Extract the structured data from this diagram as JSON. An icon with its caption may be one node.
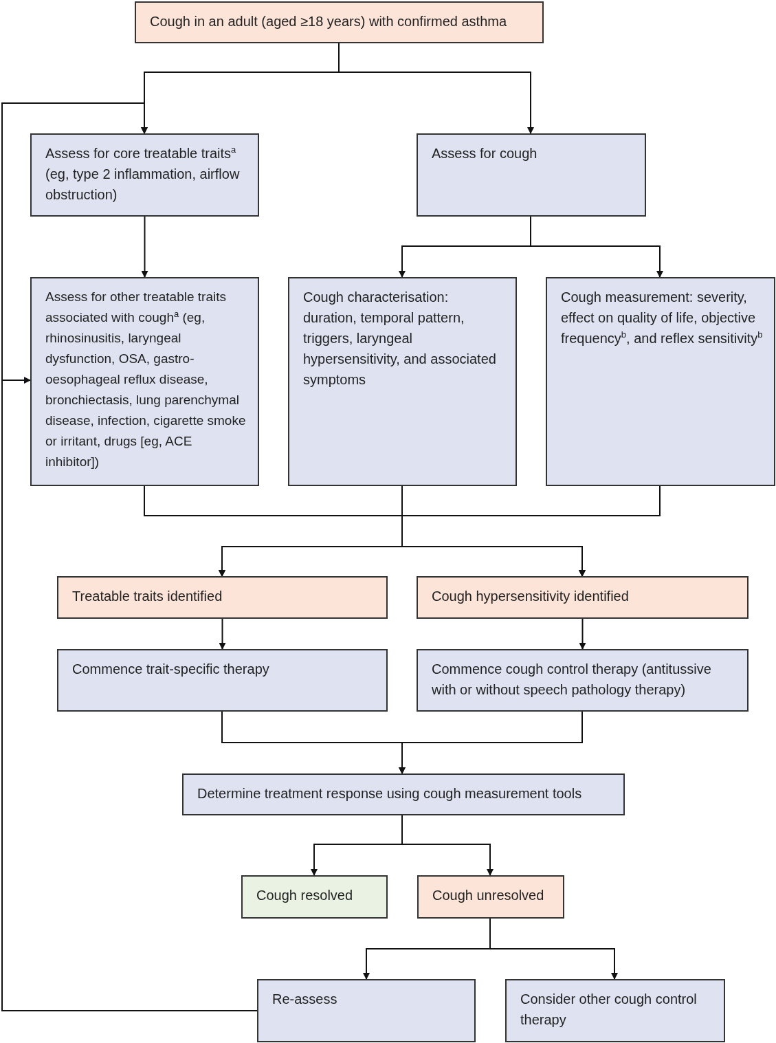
{
  "diagram": {
    "nodes": [
      {
        "text": [
          "Cough in an adult (aged ≥18 years) with confirmed asthma"
        ]
      },
      {
        "text": [
          "Assess for core treatable traits$^{a}$ (eg, type 2 inflammation, airflow obstruction)"
        ]
      },
      {
        "text": [
          "Assess for cough"
        ]
      },
      {
        "text": [
          "Assess for other treatable traits associated with cough$^{a}$ (eg, rhinosinusitis, laryngeal dysfunction, OSA, gastro-oesophageal reflux disease, bronchiectasis, lung parenchymal disease, infection, cigarette smoke or irritant, drugs [eg, ACE inhibitor])"
        ]
      },
      {
        "text": [
          "Cough characterisation: duration, temporal pattern, triggers, laryngeal hypersensitivity, and associated symptoms"
        ]
      },
      {
        "text": [
          "Cough measurement: severity, effect on quality of life, objective frequency$^{b}$, and reflex sensitivity$^{b}$"
        ]
      },
      {
        "text": [
          "Treatable traits identified"
        ]
      },
      {
        "text": [
          "Cough hypersensitivity identified"
        ]
      },
      {
        "text": [
          "Commence trait-specific therapy"
        ]
      },
      {
        "text": [
          "Commence cough control therapy (antitussive with or without speech pathology therapy)"
        ]
      },
      {
        "text": [
          "Determine treatment response using cough measurement tools"
        ]
      },
      {
        "text": [
          "Cough resolved"
        ]
      },
      {
        "text": [
          "Cough unresolved"
        ]
      },
      {
        "text": [
          "Re-assess"
        ]
      },
      {
        "text": [
          "Consider other cough control therapy"
        ]
      }
    ],
    "edges": [
      {
        "from": 0,
        "to": 1,
        "arrow": "to"
      },
      {
        "from": 0,
        "to": 2,
        "arrow": "to"
      },
      {
        "from": 1,
        "to": 3,
        "arrow": "to"
      },
      {
        "from": 2,
        "to": 4,
        "arrow": "to"
      },
      {
        "from": 2,
        "to": 5,
        "arrow": "to"
      },
      {
        "from": 3,
        "to": 6,
        "arrow": "to"
      },
      {
        "from": 3,
        "to": 7,
        "arrow": "to"
      },
      {
        "from": 4,
        "to": 6,
        "arrow": "to"
      },
      {
        "from": 4,
        "to": 7,
        "arrow": "to"
      },
      {
        "from": 5,
        "to": 6,
        "arrow": "to"
      },
      {
        "from": 5,
        "to": 7,
        "arrow": "to"
      },
      {
        "from": 6,
        "to": 8,
        "arrow": "to"
      },
      {
        "from": 7,
        "to": 9,
        "arrow": "to"
      },
      {
        "from": 8,
        "to": 10,
        "arrow": "to"
      },
      {
        "from": 9,
        "to": 10,
        "arrow": "to"
      },
      {
        "from": 10,
        "to": 11,
        "arrow": "to"
      },
      {
        "from": 10,
        "to": 12,
        "arrow": "to"
      },
      {
        "from": 12,
        "to": 13,
        "arrow": "to"
      },
      {
        "from": 12,
        "to": 14,
        "arrow": "to"
      },
      {
        "from": 13,
        "to": 1,
        "arrow": "to"
      },
      {
        "from": 13,
        "to": 3,
        "arrow": "to"
      }
    ]
  }
}
